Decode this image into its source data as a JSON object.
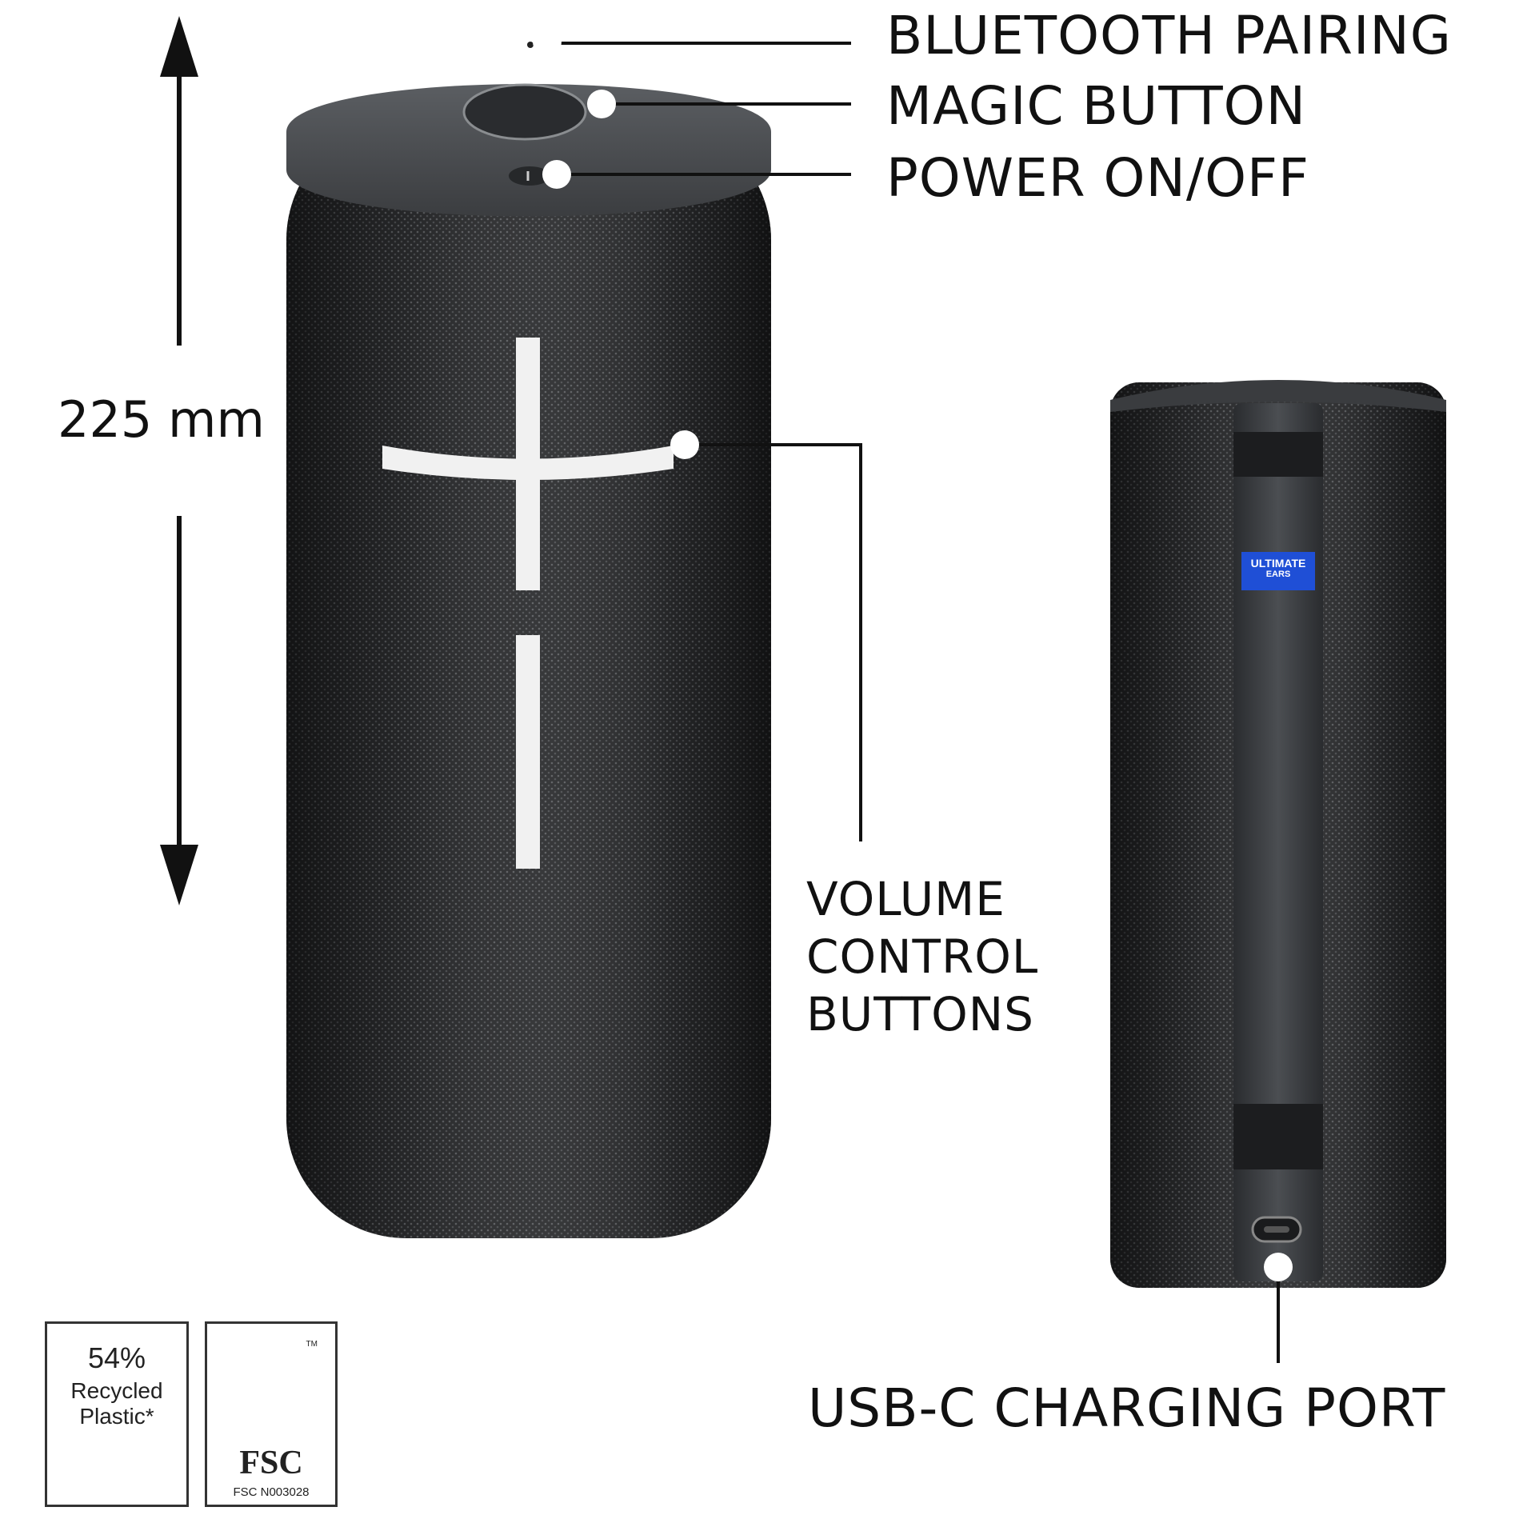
{
  "callouts": {
    "bluetooth_pairing": "BLUETOOTH PAIRING",
    "magic_button": "MAGIC BUTTON",
    "power": "POWER ON/OFF",
    "volume": "VOLUME CONTROL BUTTONS",
    "usb": "USB-C CHARGING PORT"
  },
  "dimension": {
    "height_label": "225 mm"
  },
  "brand_label": {
    "line1": "ULTIMATE",
    "line2": "EARS"
  },
  "badges": {
    "recycled": {
      "percent": "54%",
      "line1": "Recycled",
      "line2": "Plastic*"
    },
    "fsc": {
      "word": "FSC",
      "code": "FSC N003028",
      "tm": "TM"
    }
  },
  "colors": {
    "speaker_body": "#2e2f31",
    "speaker_cap": "#4a4d50",
    "brand_blue": "#1f4fd6",
    "callout_line": "#111111",
    "volume_icon": "#f1f1f1"
  }
}
